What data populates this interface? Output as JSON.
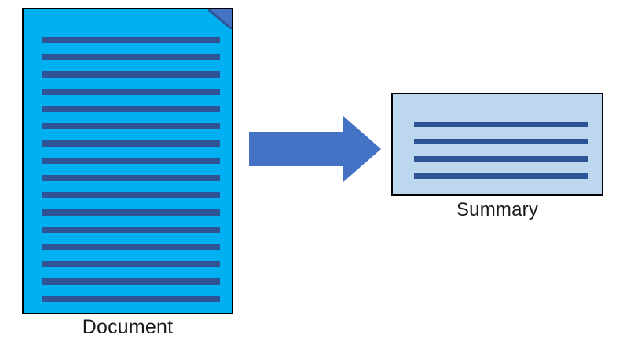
{
  "diagram": {
    "background_color": "#ffffff",
    "document": {
      "label": "Document",
      "fill_color": "#00B0F0",
      "border_color": "#000000",
      "line_color": "#2F5496",
      "line_count": 16,
      "fold_color": "#4472C4",
      "fold_edge_color": "#2E5597"
    },
    "arrow": {
      "direction": "right",
      "color": "#4472C4"
    },
    "summary": {
      "label": "Summary",
      "fill_color": "#BDD7EE",
      "border_color": "#000000",
      "line_color": "#2F5496",
      "line_count": 4
    }
  }
}
